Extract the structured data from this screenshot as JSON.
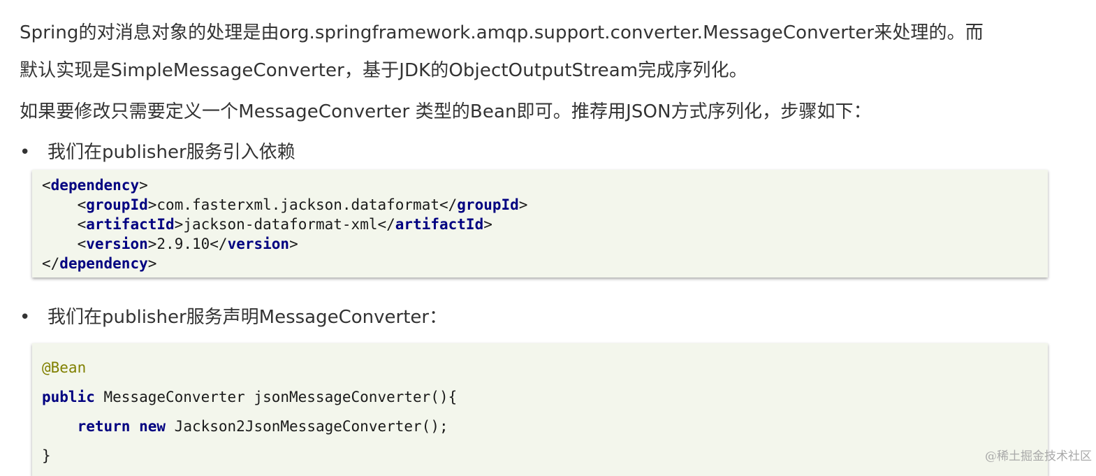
{
  "paragraphs": {
    "p1_line1": "Spring的对消息对象的处理是由org.springframework.amqp.support.converter.MessageConverter来处理的。而",
    "p1_line2": "默认实现是SimpleMessageConverter，基于JDK的ObjectOutputStream完成序列化。",
    "p2": "如果要修改只需要定义一个MessageConverter 类型的Bean即可。推荐用JSON方式序列化，步骤如下："
  },
  "bullets": [
    {
      "marker": "•",
      "text": "我们在publisher服务引入依赖"
    },
    {
      "marker": "•",
      "text": "我们在publisher服务声明MessageConverter："
    }
  ],
  "xml_code": {
    "indent": "    ",
    "dependency_tag": "dependency",
    "groupId_tag": "groupId",
    "groupId_value": "com.fasterxml.jackson.dataformat",
    "artifactId_tag": "artifactId",
    "artifactId_value": "jackson-dataformat-xml",
    "version_tag": "version",
    "version_value": "2.9.10"
  },
  "java_code": {
    "annotation": "@Bean",
    "kw_public": "public",
    "signature": " MessageConverter jsonMessageConverter(){",
    "indent": "    ",
    "kw_return": "return",
    "kw_new": "new",
    "ctor": " Jackson2JsonMessageConverter();",
    "close": "}"
  },
  "watermark": "@稀土掘金技术社区"
}
